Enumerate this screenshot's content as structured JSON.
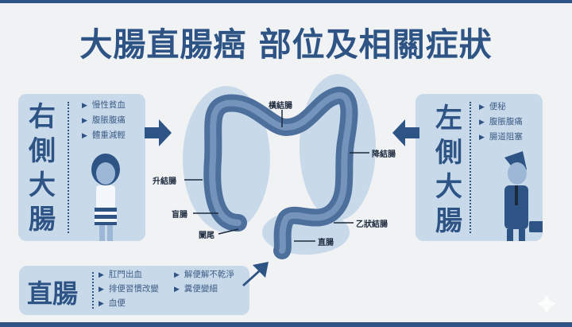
{
  "title": "大腸直腸癌 部位及相關症狀",
  "right_colon": {
    "heading": [
      "右",
      "側",
      "大",
      "腸"
    ],
    "symptoms": [
      "慢性貧血",
      "腹脹腹痛",
      "體重減輕"
    ]
  },
  "left_colon": {
    "heading": [
      "左",
      "側",
      "大",
      "腸"
    ],
    "symptoms": [
      "便秘",
      "腹脹腹痛",
      "腸道阻塞"
    ]
  },
  "rectum": {
    "heading": "直腸",
    "symptoms": [
      "肛門出血",
      "排便習慣改變",
      "血便",
      "解便解不乾淨",
      "糞便變細"
    ]
  },
  "bullet_icon": "triangle-right",
  "anatomy_labels": {
    "transverse": "橫結腸",
    "ascending": "升結腸",
    "descending": "降結腸",
    "cecum": "盲腸",
    "appendix": "闌尾",
    "sigmoid": "乙狀結腸",
    "rectum": "直腸"
  },
  "colors": {
    "primary": "#2d5485",
    "panel": "#c8d9ea",
    "background": "#f1f2f4"
  }
}
